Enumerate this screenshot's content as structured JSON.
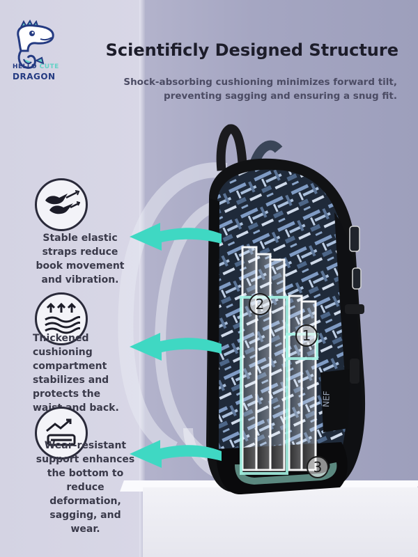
{
  "brand": {
    "line1_a": "HELLO",
    "line1_b": "CUTE",
    "line2": "DRAGON",
    "colors": {
      "navy": "#253b82",
      "teal": "#63d2c6"
    }
  },
  "header": {
    "title": "Scientificly Designed Structure",
    "subtitle": "Shock-absorbing cushioning minimizes forward tilt, preventing sagging and ensuring a snug fit."
  },
  "features": [
    {
      "icon": "motion-lines-icon",
      "text": "Stable elastic straps reduce book movement and vibration."
    },
    {
      "icon": "cushion-waves-icon",
      "text": "Thickened cushioning compartment stabilizes and protects the waist and back."
    },
    {
      "icon": "growth-support-icon",
      "text": "Wear-resistant support enhances the bottom to reduce deformation, sagging, and wear."
    }
  ],
  "zones": [
    "2",
    "1",
    "3"
  ],
  "colors": {
    "arrow": "#3fd8c3",
    "highlight": "#a6f4e6",
    "text": "#3a3a4a",
    "title": "#1d1d2a"
  }
}
